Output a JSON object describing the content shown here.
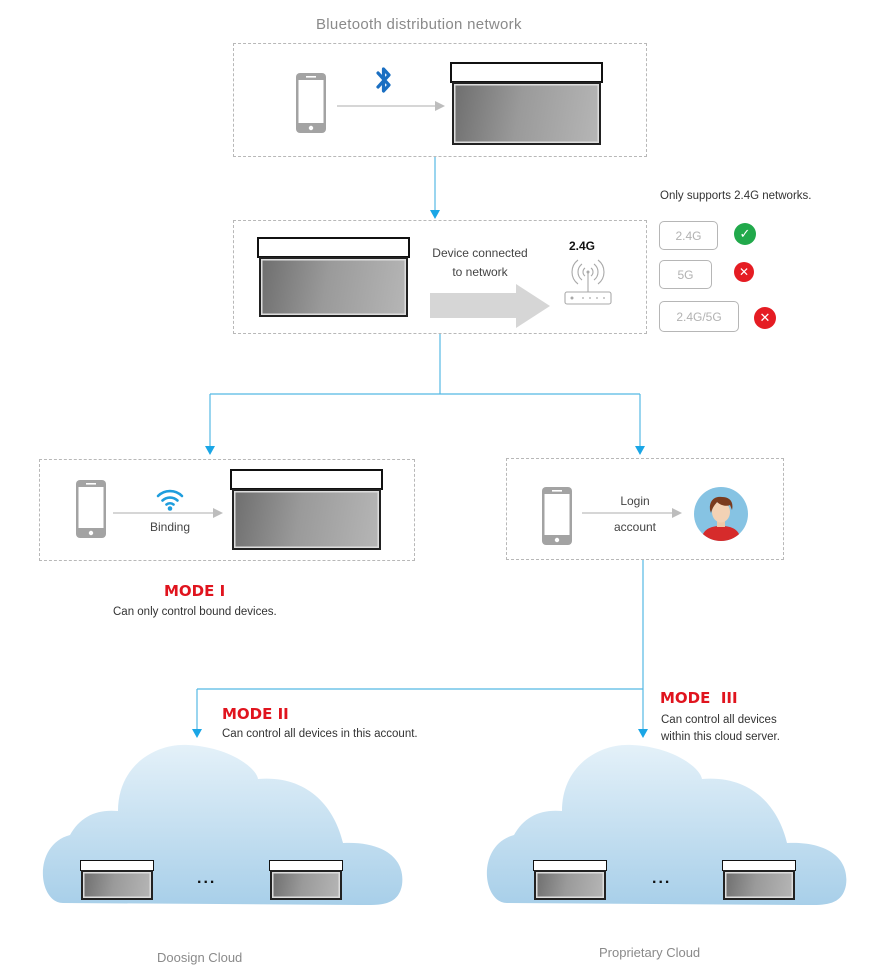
{
  "diagram": {
    "title": "Bluetooth distribution network",
    "step1": {
      "icons": [
        "phone-icon",
        "bluetooth-icon",
        "arrow-icon",
        "device-icon"
      ]
    },
    "step2": {
      "label_line1": "Device connected",
      "label_line2": "to network",
      "band_label": "2.4G",
      "icons": [
        "device-icon",
        "big-arrow-icon",
        "router-icon"
      ]
    },
    "network_note": {
      "title": "Only supports 2.4G networks.",
      "options": [
        {
          "label": "2.4G",
          "supported": true,
          "status_icon": "check-icon"
        },
        {
          "label": "5G",
          "supported": false,
          "status_icon": "cross-icon"
        },
        {
          "label": "2.4G/5G",
          "supported": false,
          "status_icon": "cross-icon"
        }
      ]
    },
    "mode1_box": {
      "arrow_label": "Binding",
      "icons": [
        "phone-icon",
        "wifi-icon",
        "device-icon"
      ]
    },
    "mode2_box": {
      "arrow_label_line1": "Login",
      "arrow_label_line2": "account",
      "icons": [
        "phone-icon",
        "user-avatar-icon"
      ]
    },
    "modes": [
      {
        "name": "MODE I",
        "description": "Can only control bound devices."
      },
      {
        "name": "MODE II",
        "description": "Can control all devices in this account."
      },
      {
        "name": "MODE  III",
        "description_line1": "Can control all devices",
        "description_line2": "within this cloud server."
      }
    ],
    "clouds": [
      {
        "label": "Doosign Cloud",
        "ellipsis": "..."
      },
      {
        "label": "Proprietary Cloud",
        "ellipsis": "..."
      }
    ],
    "colors": {
      "connector": "#29abe2",
      "mode_red": "#e0141e",
      "ok_green": "#21a94b",
      "bad_red": "#e51c23",
      "bluetooth_blue": "#1a6fc2",
      "wifi_blue": "#1e9ddd",
      "cloud_top": "#e3f0f8",
      "cloud_bottom": "#a9d0ea"
    }
  }
}
